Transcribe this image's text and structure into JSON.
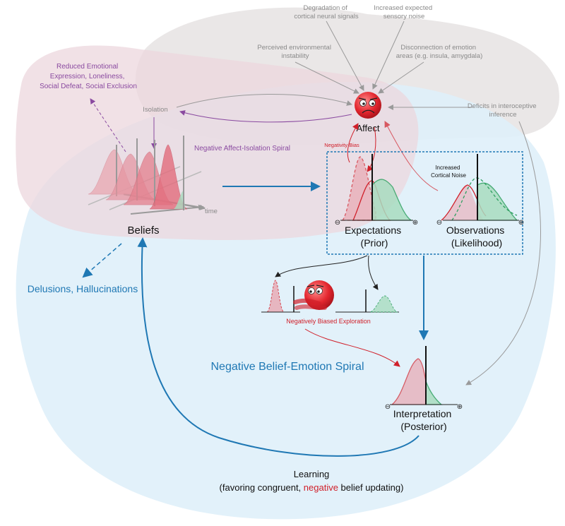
{
  "labels": {
    "degradation": [
      "Degradation of",
      "cortical neural signals"
    ],
    "increased_noise": [
      "Increased expected",
      "sensory noise"
    ],
    "perceived_instability": [
      "Perceived environmental",
      "instability"
    ],
    "disconnection": [
      "Disconnection of emotion",
      "areas (e.g. insula, amygdala)"
    ],
    "deficits": [
      "Deficits in interoceptive",
      "inference"
    ],
    "reduced_expression": [
      "Reduced Emotional",
      "Expression, Loneliness,",
      "Social Defeat, Social Exclusion"
    ],
    "isolation": "Isolation",
    "affect": "Affect",
    "negativity_bias": "Negativity Bias",
    "spiral_isolation": "Negative Affect-Isolation Spiral",
    "time": "time",
    "beliefs": "Beliefs",
    "increased_cortical_noise": [
      "Increased",
      "Cortical Noise"
    ],
    "expectations": [
      "Expectations",
      "(Prior)"
    ],
    "observations": [
      "Observations",
      "(Likelihood)"
    ],
    "delusions": "Delusions, Hallucinations",
    "biased_exploration": "Negatively Biased Exploration",
    "spiral_belief": "Negative Belief-Emotion Spiral",
    "interpretation": [
      "Interpretation",
      "(Posterior)"
    ],
    "learning_line1": "Learning",
    "learning_pre": "(favoring congruent, ",
    "learning_neg": "negative",
    "learning_post": " belief updating)",
    "minus_sign": "⊖",
    "plus_sign": "⊕"
  },
  "colors": {
    "grey_blob": "#e9e6e6",
    "pink_blob": "#ecd7de",
    "blue_blob": "#dff0fa",
    "blue_arrow": "#1f78b4",
    "red": "#d0202a",
    "green": "#2ea060",
    "purple": "#8a4aa0",
    "grey_line": "#9a9a9a",
    "red_fill": "#e8a3ad",
    "green_fill": "#a9dcc0"
  }
}
